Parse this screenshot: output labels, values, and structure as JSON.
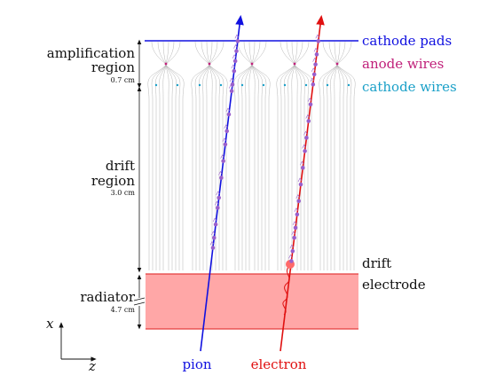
{
  "labels": {
    "amplification_line1": "amplification",
    "amplification_line2": "region",
    "amplification_size": "0.7 cm",
    "drift_line1": "drift",
    "drift_line2": "region",
    "drift_size": "3.0 cm",
    "radiator_line1": "radiator",
    "radiator_size": "4.7 cm",
    "cathode_pads": "cathode pads",
    "anode_wires": "anode wires",
    "cathode_wires": "cathode wires",
    "drift_electrode_line1": "drift",
    "drift_electrode_line2": "electrode",
    "pion": "pion",
    "electron": "electron",
    "axis_x": "x",
    "axis_z": "z"
  },
  "colors": {
    "cathode_pads": "#1010e0",
    "anode_wires": "#c0207a",
    "cathode_wires": "#1aa0c8",
    "pion": "#1010e0",
    "electron": "#e01010",
    "radiator_fill": "#ffa7a7",
    "radiator_edge": "#e33d3d",
    "cluster": "#9a60cc",
    "field_lines": "#b5b5b5"
  }
}
